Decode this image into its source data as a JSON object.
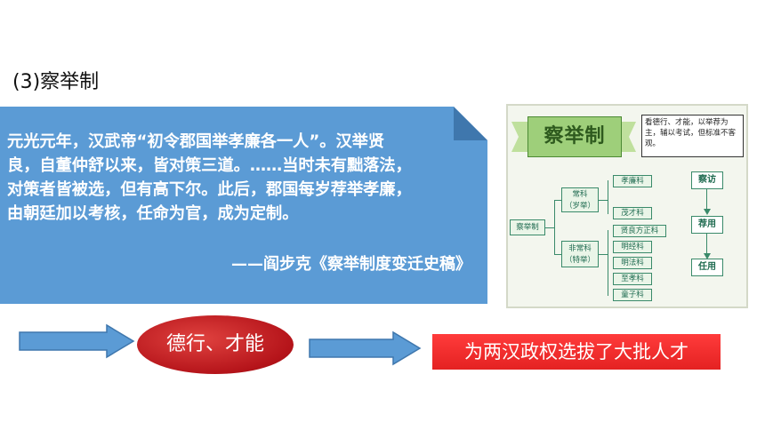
{
  "heading": "(3)察举制",
  "quote": {
    "lines": [
      "元光元年，汉武帝“初令郡国举孝廉各一人”。汉举贤",
      "良，自董仲舒以来，皆对策三道。……当时未有黜落法，",
      "对策者皆被选，但有高下尔。此后，郡国每岁荐举孝廉，",
      "由朝廷加以考核，任命为官，成为定制。"
    ],
    "source": "——阎步克《察举制度变迁史稿》"
  },
  "diagram": {
    "title": "察举制",
    "note": "看德行、才能，以举荐为主，辅以考试，但标准不客观。",
    "root": "察举制",
    "branch_regular": "常科\n（岁举）",
    "branch_special": "非常科\n（特举）",
    "regular_items": [
      "孝廉科",
      "茂才科"
    ],
    "special_items": [
      "贤良方正科",
      "明经科",
      "明法科",
      "至孝科",
      "童子科"
    ],
    "flow": [
      "察访",
      "荐用",
      "任用"
    ]
  },
  "flow": {
    "criteria": "德行、才能",
    "result": "为两汉政权选拔了大批人才"
  },
  "colors": {
    "quote_bg": "#5b9bd5",
    "ellipse": "#b5141a",
    "result_bg": "#ff3b3b"
  }
}
